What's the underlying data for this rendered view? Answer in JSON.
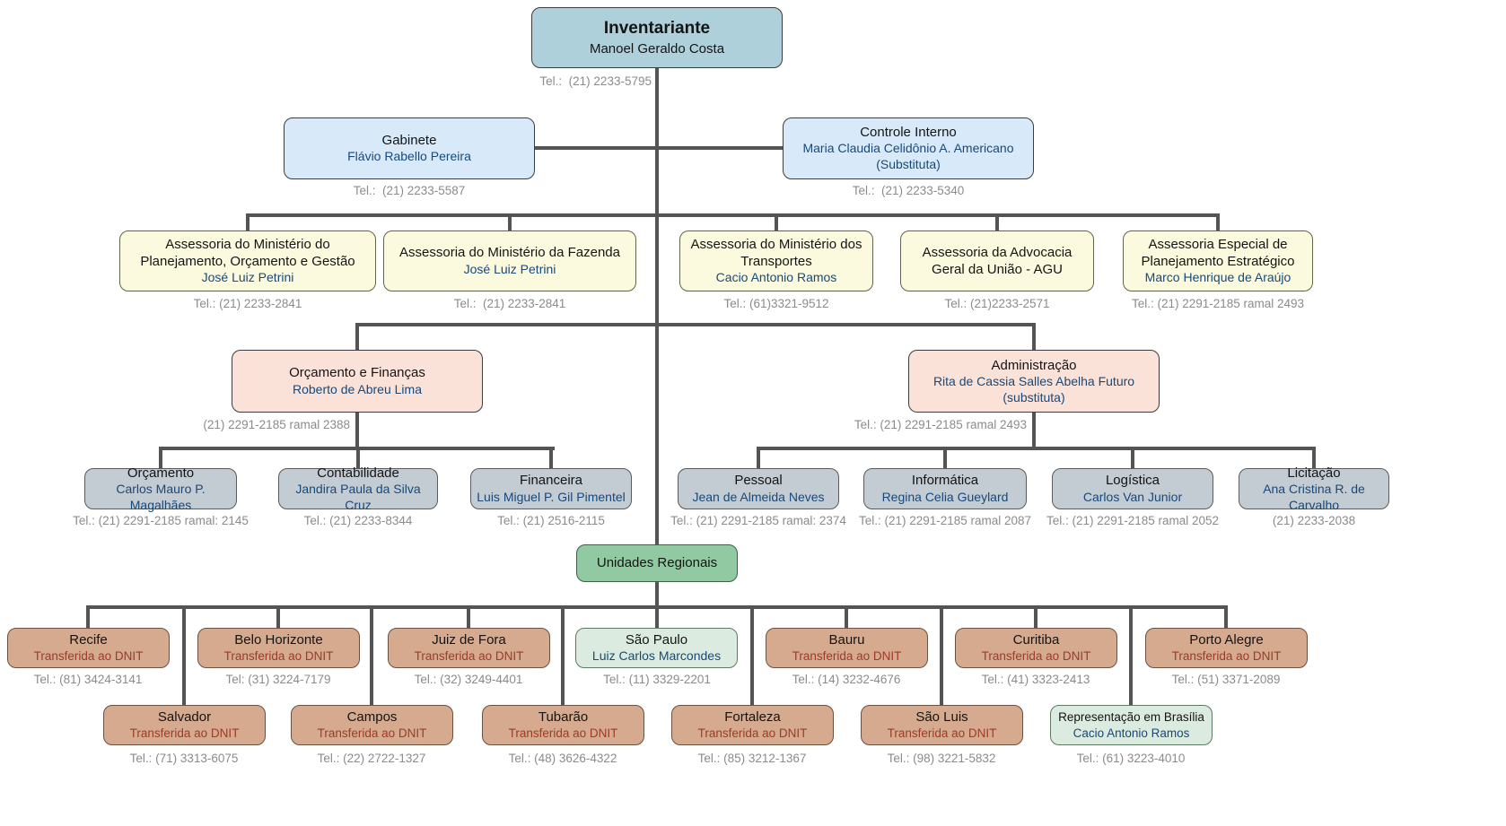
{
  "root": {
    "title": "Inventariante",
    "person": "Manoel Geraldo Costa",
    "tel": "Tel.:  (21) 2233-5795"
  },
  "gabinete": {
    "title": "Gabinete",
    "person": "Flávio Rabello Pereira",
    "tel": "Tel.:  (21) 2233-5587"
  },
  "controle_interno": {
    "title": "Controle Interno",
    "person": "Maria Claudia Celidônio A. Americano",
    "note": "(Substituta)",
    "tel": "Tel.:  (21) 2233-5340"
  },
  "assessorias": [
    {
      "title": "Assessoria do Ministério do Planejamento, Orçamento e Gestão",
      "person": "José Luiz Petrini",
      "tel": "Tel.: (21) 2233-2841"
    },
    {
      "title": "Assessoria do Ministério da Fazenda",
      "person": "José Luiz Petrini",
      "tel": "Tel.:  (21) 2233-2841"
    },
    {
      "title": "Assessoria do Ministério dos Transportes",
      "person": "Cacio Antonio Ramos",
      "tel": "Tel.: (61)3321-9512"
    },
    {
      "title": "Assessoria da Advocacia Geral da União - AGU",
      "person": "",
      "tel": "Tel.: (21)2233-2571"
    },
    {
      "title": "Assessoria Especial de Planejamento Estratégico",
      "person": "Marco Henrique de Araújo",
      "tel": "Tel.: (21) 2291-2185 ramal 2493"
    }
  ],
  "orcamento_financas": {
    "title": "Orçamento e Finanças",
    "person": "Roberto de Abreu Lima",
    "tel": "(21) 2291-2185 ramal 2388"
  },
  "administracao": {
    "title": "Administração",
    "person": "Rita de Cassia Salles Abelha Futuro",
    "note": "(substituta)",
    "tel": "Tel.: (21) 2291-2185 ramal 2493"
  },
  "setores": [
    {
      "title": "Orçamento",
      "person": "Carlos Mauro P. Magalhães",
      "tel": "Tel.: (21) 2291-2185 ramal: 2145"
    },
    {
      "title": "Contabilidade",
      "person": "Jandira Paula da Silva Cruz",
      "tel": "Tel.: (21) 2233-8344"
    },
    {
      "title": "Financeira",
      "person": "Luis Miguel P. Gil Pimentel",
      "tel": "Tel.: (21) 2516-2115"
    },
    {
      "title": "Pessoal",
      "person": "Jean de Almeida Neves",
      "tel": "Tel.: (21) 2291-2185 ramal: 2374"
    },
    {
      "title": "Informática",
      "person": "Regina Celia Gueylard",
      "tel": "Tel.: (21) 2291-2185 ramal 2087"
    },
    {
      "title": "Logística",
      "person": "Carlos Van Junior",
      "tel": "Tel.: (21) 2291-2185 ramal 2052"
    },
    {
      "title": "Licitação",
      "person": "Ana Cristina R. de Carvalho",
      "tel": "(21) 2233-2038"
    }
  ],
  "unidades_regionais": {
    "title": "Unidades Regionais"
  },
  "regionais_row1": [
    {
      "title": "Recife",
      "status": "Transferida ao DNIT",
      "tel": "Tel.: (81) 3424-3141"
    },
    {
      "title": "Belo Horizonte",
      "status": "Transferida ao DNIT",
      "tel": "Tel: (31) 3224-7179"
    },
    {
      "title": "Juiz de Fora",
      "status": "Transferida ao DNIT",
      "tel": "Tel.: (32) 3249-4401"
    },
    {
      "title": "São Paulo",
      "person": "Luiz Carlos Marcondes",
      "tel": "Tel.: (11) 3329-2201"
    },
    {
      "title": "Bauru",
      "status": "Transferida ao DNIT",
      "tel": "Tel.: (14) 3232-4676"
    },
    {
      "title": "Curitiba",
      "status": "Transferida ao DNIT",
      "tel": "Tel.: (41) 3323-2413"
    },
    {
      "title": "Porto Alegre",
      "status": "Transferida ao DNIT",
      "tel": "Tel.: (51) 3371-2089"
    }
  ],
  "regionais_row2": [
    {
      "title": "Salvador",
      "status": "Transferida ao DNIT",
      "tel": "Tel.: (71) 3313-6075"
    },
    {
      "title": "Campos",
      "status": "Transferida ao DNIT",
      "tel": "Tel.: (22) 2722-1327"
    },
    {
      "title": "Tubarão",
      "status": "Transferida ao DNIT",
      "tel": "Tel.: (48) 3626-4322"
    },
    {
      "title": "Fortaleza",
      "status": "Transferida ao DNIT",
      "tel": "Tel.: (85) 3212-1367"
    },
    {
      "title": "São Luis",
      "status": "Transferida ao DNIT",
      "tel": "Tel.: (98) 3221-5832"
    },
    {
      "title": "Representação em Brasília",
      "person": "Cacio Antonio Ramos",
      "tel": "Tel.: (61) 3223-4010"
    }
  ],
  "colors": {
    "root_box": "#aed0da",
    "blue_box": "#d8eafa",
    "yellow_box": "#fbfade",
    "pink_box": "#fae2d8",
    "gray_box": "#c3cbd3",
    "green_box": "#90c9a2",
    "tan_box": "#d5aa8e",
    "palegreen_box": "#dcebdf",
    "person_text": "#17497a",
    "status_text": "#9c3b2b",
    "tel_text": "#8b8b8b",
    "connector": "#545454"
  }
}
